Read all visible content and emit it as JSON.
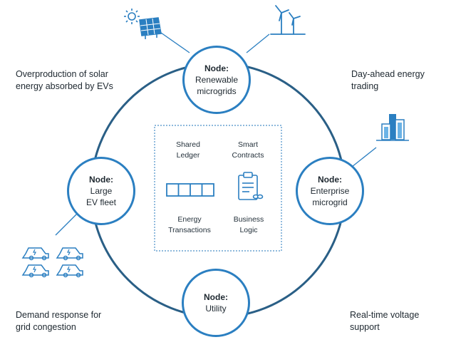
{
  "nodes": {
    "renewable": {
      "label": "Node:",
      "name": "Renewable\nmicrogrids"
    },
    "enterprise": {
      "label": "Node:",
      "name": "Enterprise\nmicrogrid"
    },
    "utility": {
      "label": "Node:",
      "name": "Utility"
    },
    "ev_fleet": {
      "label": "Node:",
      "name": "Large\nEV fleet"
    }
  },
  "captions": {
    "top_left": "Overproduction of solar\nenergy absorbed by EVs",
    "top_right": "Day-ahead energy\ntrading",
    "bottom_left": "Demand response for\ngrid congestion",
    "bottom_right": "Real-time voltage\nsupport"
  },
  "center": {
    "shared_ledger": "Shared\nLedger",
    "smart_contracts": "Smart\nContracts",
    "energy_transactions": "Energy\nTransactions",
    "business_logic": "Business\nLogic"
  },
  "colors": {
    "accent": "#2b7fc1",
    "ring": "#2a5f86",
    "dashed_box": "#4a8fc8"
  },
  "icons": [
    "solar-panel-icon",
    "wind-turbine-icon",
    "office-building-icon",
    "electric-car-icon",
    "ledger-blocks-icon",
    "contract-clipboard-icon"
  ]
}
